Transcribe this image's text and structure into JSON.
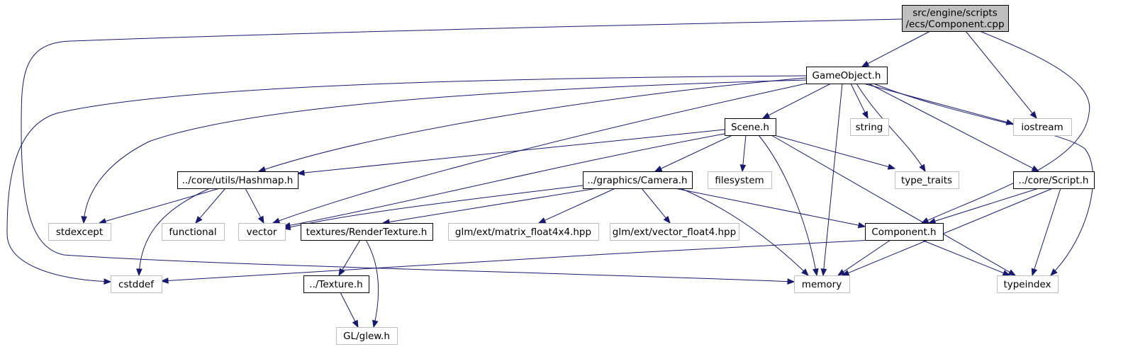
{
  "diagram": {
    "type": "include-dependency-graph",
    "colors": {
      "edge": "#191970",
      "root_fill": "#bfbfbf",
      "documented_border": "#000000",
      "external_border": "#bfbfbf",
      "external_text": "#3f3f3f",
      "node_fill": "#ffffff"
    },
    "nodes": [
      {
        "id": "root",
        "lines": [
          "src/engine/scripts",
          "/ecs/Component.cpp"
        ],
        "kind": "root"
      },
      {
        "id": "gameobject",
        "lines": [
          "GameObject.h"
        ],
        "kind": "documented"
      },
      {
        "id": "iostream",
        "lines": [
          "iostream"
        ],
        "kind": "external"
      },
      {
        "id": "scene",
        "lines": [
          "Scene.h"
        ],
        "kind": "documented"
      },
      {
        "id": "string",
        "lines": [
          "string"
        ],
        "kind": "external"
      },
      {
        "id": "hashmap",
        "lines": [
          "../core/utils/Hashmap.h"
        ],
        "kind": "documented"
      },
      {
        "id": "camera",
        "lines": [
          "../graphics/Camera.h"
        ],
        "kind": "documented"
      },
      {
        "id": "filesystem",
        "lines": [
          "filesystem"
        ],
        "kind": "external"
      },
      {
        "id": "typetraits",
        "lines": [
          "type_traits"
        ],
        "kind": "external"
      },
      {
        "id": "script",
        "lines": [
          "../core/Script.h"
        ],
        "kind": "documented"
      },
      {
        "id": "stdexcept",
        "lines": [
          "stdexcept"
        ],
        "kind": "external"
      },
      {
        "id": "functional",
        "lines": [
          "functional"
        ],
        "kind": "external"
      },
      {
        "id": "vector",
        "lines": [
          "vector"
        ],
        "kind": "external"
      },
      {
        "id": "rendertexture",
        "lines": [
          "textures/RenderTexture.h"
        ],
        "kind": "documented"
      },
      {
        "id": "mat4",
        "lines": [
          "glm/ext/matrix_float4x4.hpp"
        ],
        "kind": "external"
      },
      {
        "id": "vec4",
        "lines": [
          "glm/ext/vector_float4.hpp"
        ],
        "kind": "external"
      },
      {
        "id": "component",
        "lines": [
          "Component.h"
        ],
        "kind": "documented"
      },
      {
        "id": "cstddef",
        "lines": [
          "cstddef"
        ],
        "kind": "external"
      },
      {
        "id": "texture",
        "lines": [
          "../Texture.h"
        ],
        "kind": "documented"
      },
      {
        "id": "memory",
        "lines": [
          "memory"
        ],
        "kind": "external"
      },
      {
        "id": "typeindex",
        "lines": [
          "typeindex"
        ],
        "kind": "external"
      },
      {
        "id": "glew",
        "lines": [
          "GL/glew.h"
        ],
        "kind": "external"
      }
    ],
    "edges": [
      {
        "from": "root",
        "to": "gameobject"
      },
      {
        "from": "root",
        "to": "iostream"
      },
      {
        "from": "root",
        "to": "component"
      },
      {
        "from": "root",
        "to": "memory"
      },
      {
        "from": "gameobject",
        "to": "scene"
      },
      {
        "from": "gameobject",
        "to": "string"
      },
      {
        "from": "gameobject",
        "to": "iostream"
      },
      {
        "from": "gameobject",
        "to": "typetraits"
      },
      {
        "from": "gameobject",
        "to": "script"
      },
      {
        "from": "gameobject",
        "to": "typeindex"
      },
      {
        "from": "gameobject",
        "to": "memory"
      },
      {
        "from": "gameobject",
        "to": "hashmap"
      },
      {
        "from": "gameobject",
        "to": "stdexcept"
      },
      {
        "from": "gameobject",
        "to": "cstddef"
      },
      {
        "from": "gameobject",
        "to": "vector"
      },
      {
        "from": "scene",
        "to": "hashmap"
      },
      {
        "from": "scene",
        "to": "camera"
      },
      {
        "from": "scene",
        "to": "filesystem"
      },
      {
        "from": "scene",
        "to": "typetraits"
      },
      {
        "from": "scene",
        "to": "vector"
      },
      {
        "from": "scene",
        "to": "memory"
      },
      {
        "from": "scene",
        "to": "typeindex"
      },
      {
        "from": "hashmap",
        "to": "stdexcept"
      },
      {
        "from": "hashmap",
        "to": "functional"
      },
      {
        "from": "hashmap",
        "to": "vector"
      },
      {
        "from": "hashmap",
        "to": "cstddef"
      },
      {
        "from": "camera",
        "to": "vector"
      },
      {
        "from": "camera",
        "to": "rendertexture"
      },
      {
        "from": "camera",
        "to": "mat4"
      },
      {
        "from": "camera",
        "to": "vec4"
      },
      {
        "from": "camera",
        "to": "component"
      },
      {
        "from": "camera",
        "to": "memory"
      },
      {
        "from": "script",
        "to": "component"
      },
      {
        "from": "script",
        "to": "memory"
      },
      {
        "from": "script",
        "to": "typeindex"
      },
      {
        "from": "rendertexture",
        "to": "texture"
      },
      {
        "from": "rendertexture",
        "to": "glew"
      },
      {
        "from": "texture",
        "to": "glew"
      },
      {
        "from": "component",
        "to": "cstddef"
      },
      {
        "from": "component",
        "to": "memory"
      },
      {
        "from": "component",
        "to": "typeindex"
      }
    ]
  }
}
